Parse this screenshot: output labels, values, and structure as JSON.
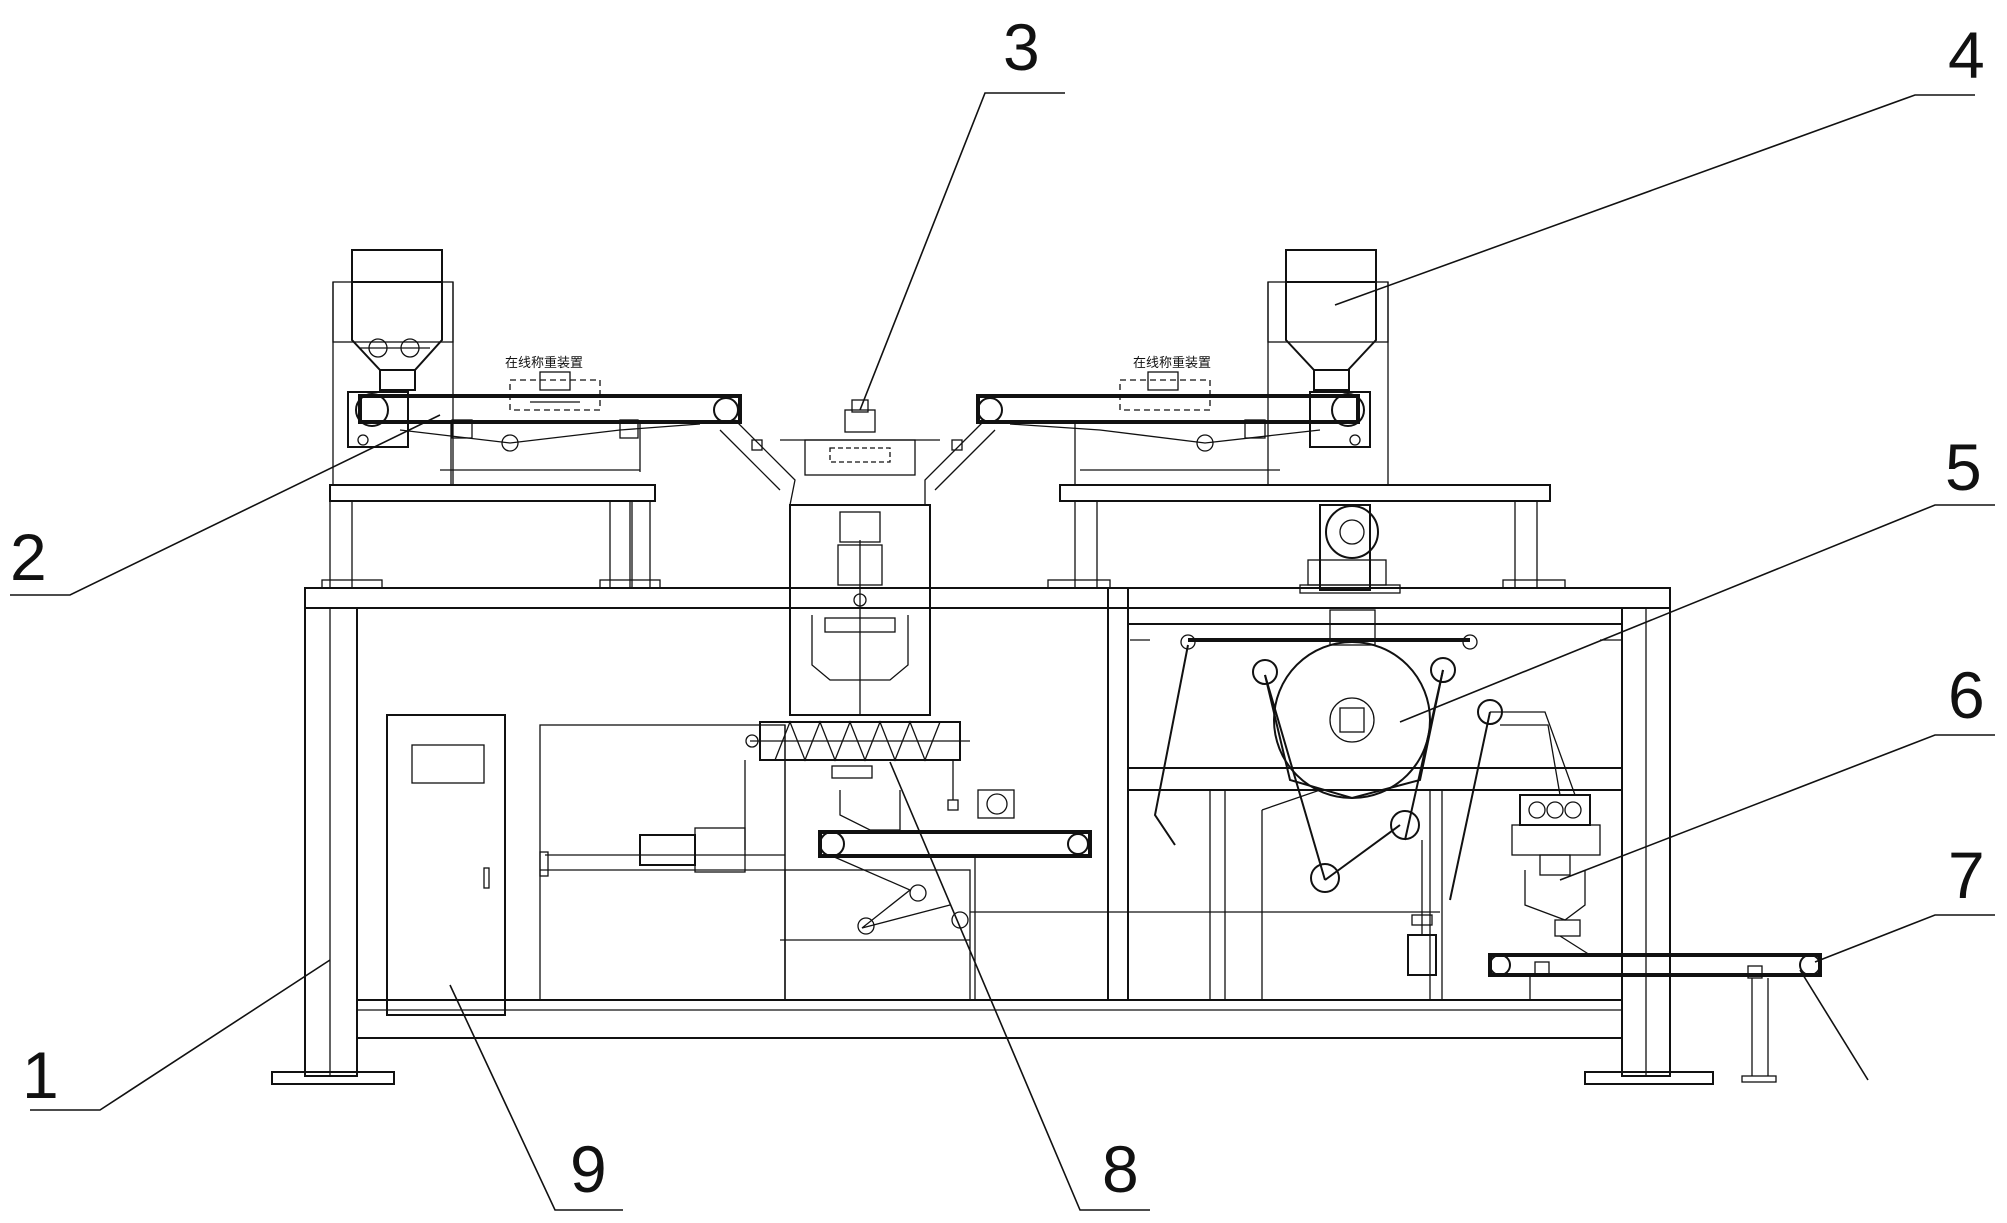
{
  "labels": {
    "l1": "1",
    "l2": "2",
    "l3": "3",
    "l4": "4",
    "l5": "5",
    "l6": "6",
    "l7": "7",
    "l8": "8",
    "l9": "9"
  },
  "captions": {
    "left_weigher": "在线称重装置",
    "right_weigher": "在线称重装置"
  }
}
